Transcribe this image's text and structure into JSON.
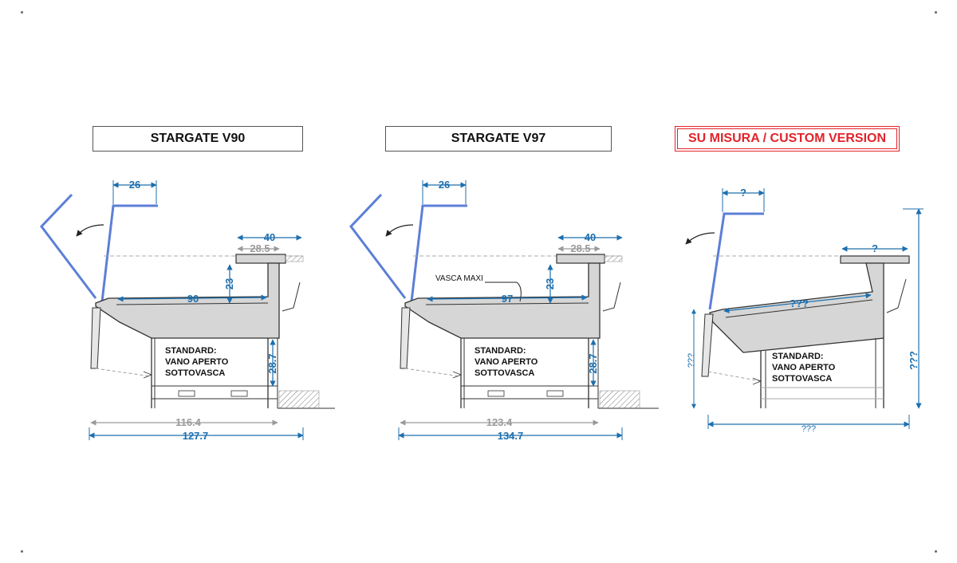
{
  "panels": [
    {
      "title": "STARGATE V90",
      "top_width": "26",
      "shelf_width": "40",
      "shelf_inner": "28.5",
      "tank_depth": "23",
      "tank_length": "90",
      "height_under": "28.7",
      "inner_width": "116.4",
      "overall_width": "127.7",
      "note": [
        "STANDARD:",
        "VANO APERTO",
        "SOTTOVASCA"
      ]
    },
    {
      "title": "STARGATE V97",
      "top_width": "26",
      "shelf_width": "40",
      "shelf_inner": "28.5",
      "tank_depth": "23",
      "tank_length": "97",
      "tank_label": "VASCA MAXI",
      "height_under": "28.7",
      "inner_width": "123.4",
      "overall_width": "134.7",
      "note": [
        "STANDARD:",
        "VANO APERTO",
        "SOTTOVASCA"
      ]
    },
    {
      "title": "SU MISURA / CUSTOM VERSION",
      "top_width": "?",
      "shelf_width": "?",
      "tank_length": "???",
      "left_height": "???",
      "right_height": "???",
      "overall_width": "???",
      "note": [
        "STANDARD:",
        "VANO APERTO",
        "SOTTOVASCA"
      ]
    }
  ],
  "colors": {
    "dimension": "#1d6fae",
    "custom_title": "#e2232a",
    "body_fill": "#d6d6d6",
    "glass": "#5c7fd6"
  }
}
